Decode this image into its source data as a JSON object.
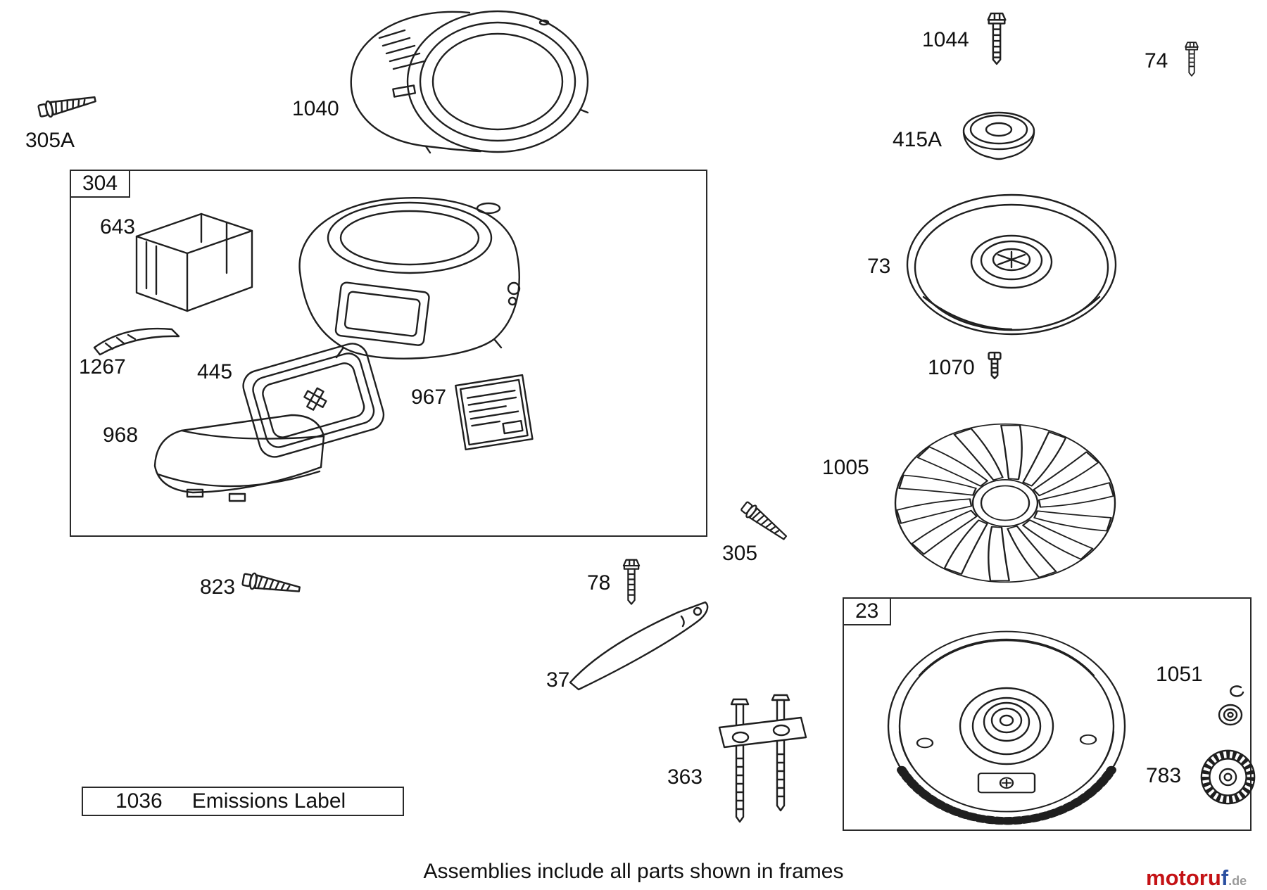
{
  "diagram": {
    "footer_note": "Assemblies include all parts shown in frames",
    "emissions": {
      "number": "1036",
      "label": "Emissions Label"
    },
    "frames": {
      "f304": "304",
      "f23": "23"
    },
    "parts": {
      "p305A": "305A",
      "p1040": "1040",
      "p1044": "1044",
      "p74": "74",
      "p415A": "415A",
      "p73": "73",
      "p1070": "1070",
      "p1005": "1005",
      "p643": "643",
      "p1267": "1267",
      "p445": "445",
      "p967": "967",
      "p968": "968",
      "p305": "305",
      "p823": "823",
      "p78": "78",
      "p37": "37",
      "p363": "363",
      "p1051": "1051",
      "p783": "783"
    },
    "brand": {
      "word_red": "motoru",
      "word_blue": "f",
      "tld": ".de"
    }
  },
  "colors": {
    "line": "#1f1f1f",
    "background": "#ffffff",
    "brand_red": "#c41215",
    "brand_blue": "#2a4fa0",
    "brand_gray": "#9a9a9a"
  }
}
